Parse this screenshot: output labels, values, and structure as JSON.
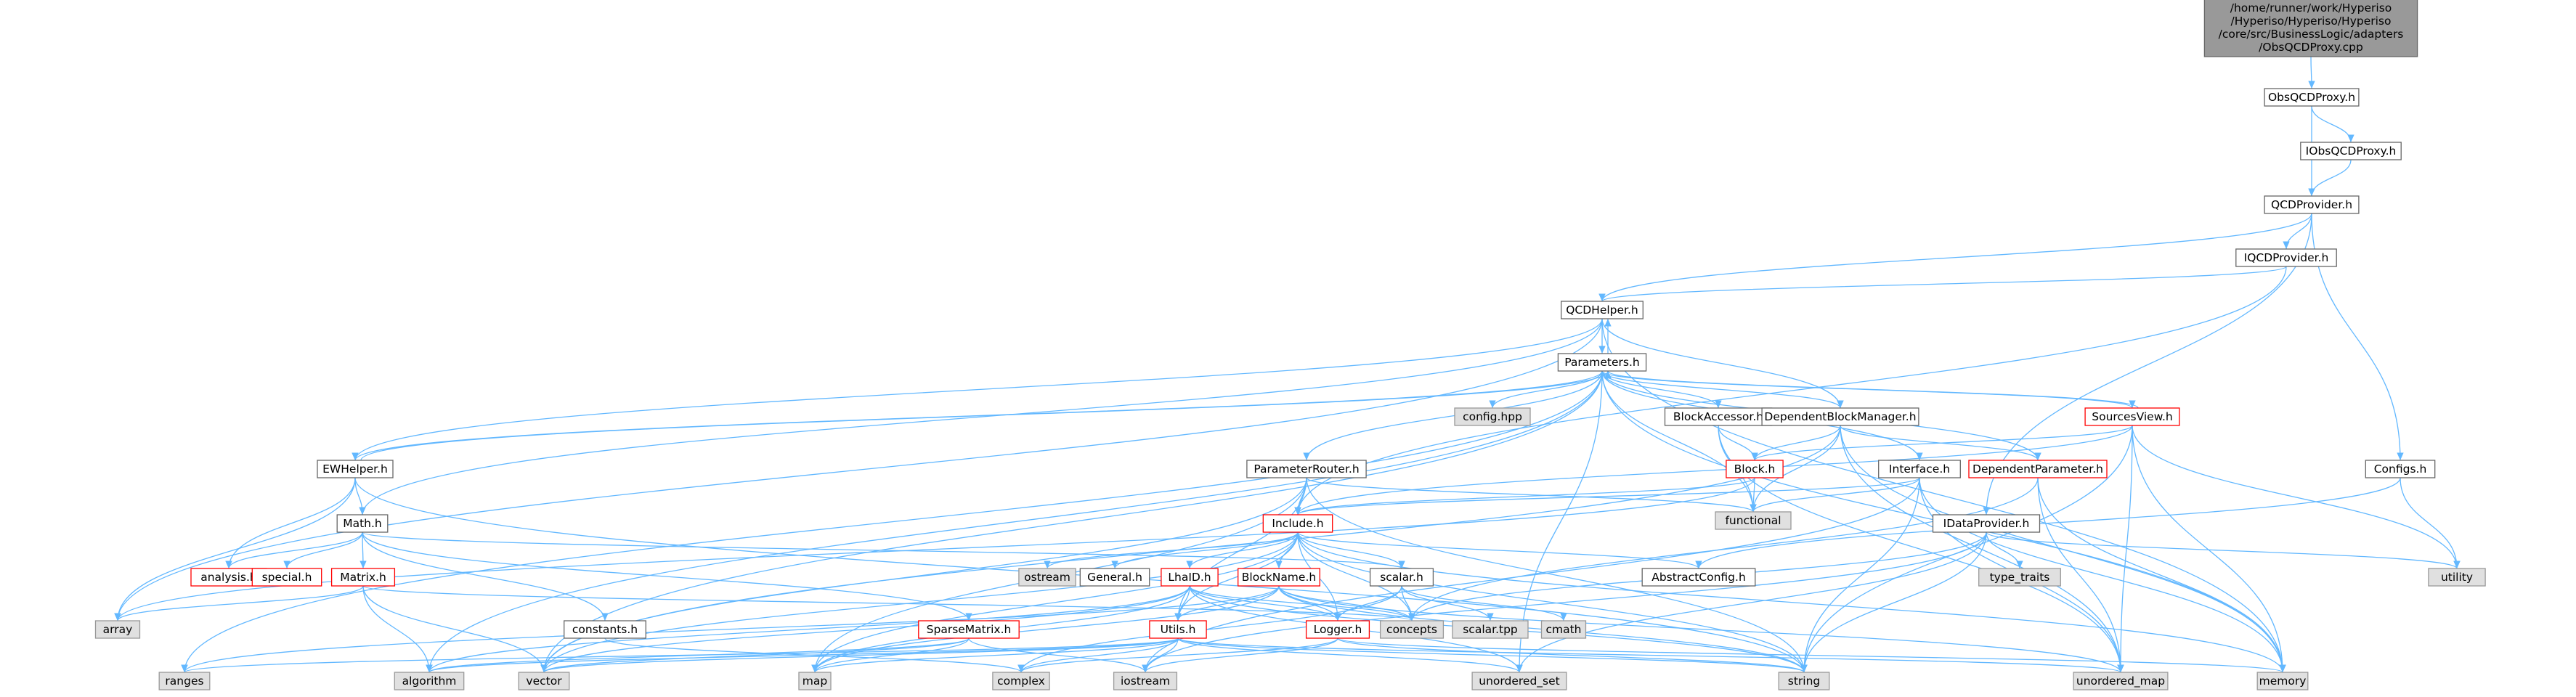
{
  "graph": {
    "colors": {
      "edge": "#63b8ff",
      "root_fill": "#999999",
      "internal_border": "#666666",
      "incomplete_border": "#ff0000",
      "external_fill": "#e0e0e0",
      "external_border": "#999999"
    },
    "node_kinds": {
      "root": "current file",
      "internal": "documented header",
      "red": "header with truncated include graph",
      "ext": "system / external header"
    },
    "nodes": [
      {
        "id": "root",
        "kind": "root",
        "lines": [
          "/home/runner/work/Hyperiso",
          "/Hyperiso/Hyperiso/Hyperiso",
          "/core/src/BusinessLogic/adapters",
          "/ObsQCDProxy.cpp"
        ]
      },
      {
        "id": "ObsQCDProxy_h",
        "kind": "internal",
        "lines": [
          "ObsQCDProxy.h"
        ]
      },
      {
        "id": "IObsQCDProxy_h",
        "kind": "internal",
        "lines": [
          "IObsQCDProxy.h"
        ]
      },
      {
        "id": "QCDProvider_h",
        "kind": "internal",
        "lines": [
          "QCDProvider.h"
        ]
      },
      {
        "id": "IQCDProvider_h",
        "kind": "internal",
        "lines": [
          "IQCDProvider.h"
        ]
      },
      {
        "id": "QCDHelper_h",
        "kind": "internal",
        "lines": [
          "QCDHelper.h"
        ]
      },
      {
        "id": "Parameters_h",
        "kind": "internal",
        "lines": [
          "Parameters.h"
        ]
      },
      {
        "id": "config_hpp",
        "kind": "ext",
        "lines": [
          "config.hpp"
        ]
      },
      {
        "id": "BlockAccessor_h",
        "kind": "internal",
        "lines": [
          "BlockAccessor.h"
        ]
      },
      {
        "id": "DependentBlockManager_h",
        "kind": "internal",
        "lines": [
          "DependentBlockManager.h"
        ]
      },
      {
        "id": "SourcesView_h",
        "kind": "red",
        "lines": [
          "SourcesView.h"
        ]
      },
      {
        "id": "EWHelper_h",
        "kind": "internal",
        "lines": [
          "EWHelper.h"
        ]
      },
      {
        "id": "ParameterRouter_h",
        "kind": "internal",
        "lines": [
          "ParameterRouter.h"
        ]
      },
      {
        "id": "Block_h",
        "kind": "red",
        "lines": [
          "Block.h"
        ]
      },
      {
        "id": "Interface_h",
        "kind": "internal",
        "lines": [
          "Interface.h"
        ]
      },
      {
        "id": "DependentParameter_h",
        "kind": "red",
        "lines": [
          "DependentParameter.h"
        ]
      },
      {
        "id": "Configs_h",
        "kind": "internal",
        "lines": [
          "Configs.h"
        ]
      },
      {
        "id": "functional",
        "kind": "ext",
        "lines": [
          "functional"
        ]
      },
      {
        "id": "Math_h",
        "kind": "internal",
        "lines": [
          "Math.h"
        ]
      },
      {
        "id": "Include_h",
        "kind": "red",
        "lines": [
          "Include.h"
        ]
      },
      {
        "id": "IDataProvider_h",
        "kind": "internal",
        "lines": [
          "IDataProvider.h"
        ]
      },
      {
        "id": "analysis_h",
        "kind": "red",
        "lines": [
          "analysis.h"
        ]
      },
      {
        "id": "special_h",
        "kind": "red",
        "lines": [
          "special.h"
        ]
      },
      {
        "id": "Matrix_h",
        "kind": "red",
        "lines": [
          "Matrix.h"
        ]
      },
      {
        "id": "ostream",
        "kind": "ext",
        "lines": [
          "ostream"
        ]
      },
      {
        "id": "General_h",
        "kind": "internal",
        "lines": [
          "General.h"
        ]
      },
      {
        "id": "LhaID_h",
        "kind": "red",
        "lines": [
          "LhaID.h"
        ]
      },
      {
        "id": "BlockName_h",
        "kind": "red",
        "lines": [
          "BlockName.h"
        ]
      },
      {
        "id": "scalar_h",
        "kind": "internal",
        "lines": [
          "scalar.h"
        ]
      },
      {
        "id": "AbstractConfig_h",
        "kind": "internal",
        "lines": [
          "AbstractConfig.h"
        ]
      },
      {
        "id": "type_traits",
        "kind": "ext",
        "lines": [
          "type_traits"
        ]
      },
      {
        "id": "utility",
        "kind": "ext",
        "lines": [
          "utility"
        ]
      },
      {
        "id": "array",
        "kind": "ext",
        "lines": [
          "array"
        ]
      },
      {
        "id": "constants_h",
        "kind": "internal",
        "lines": [
          "constants.h"
        ]
      },
      {
        "id": "SparseMatrix_h",
        "kind": "red",
        "lines": [
          "SparseMatrix.h"
        ]
      },
      {
        "id": "Utils_h",
        "kind": "red",
        "lines": [
          "Utils.h"
        ]
      },
      {
        "id": "Logger_h",
        "kind": "red",
        "lines": [
          "Logger.h"
        ]
      },
      {
        "id": "concepts",
        "kind": "ext",
        "lines": [
          "concepts"
        ]
      },
      {
        "id": "scalar_tpp",
        "kind": "ext",
        "lines": [
          "scalar.tpp"
        ]
      },
      {
        "id": "cmath",
        "kind": "ext",
        "lines": [
          "cmath"
        ]
      },
      {
        "id": "ranges",
        "kind": "ext",
        "lines": [
          "ranges"
        ]
      },
      {
        "id": "algorithm",
        "kind": "ext",
        "lines": [
          "algorithm"
        ]
      },
      {
        "id": "vector",
        "kind": "ext",
        "lines": [
          "vector"
        ]
      },
      {
        "id": "map",
        "kind": "ext",
        "lines": [
          "map"
        ]
      },
      {
        "id": "complex",
        "kind": "ext",
        "lines": [
          "complex"
        ]
      },
      {
        "id": "iostream",
        "kind": "ext",
        "lines": [
          "iostream"
        ]
      },
      {
        "id": "unordered_set",
        "kind": "ext",
        "lines": [
          "unordered_set"
        ]
      },
      {
        "id": "string",
        "kind": "ext",
        "lines": [
          "string"
        ]
      },
      {
        "id": "unordered_map",
        "kind": "ext",
        "lines": [
          "unordered_map"
        ]
      },
      {
        "id": "memory",
        "kind": "ext",
        "lines": [
          "memory"
        ]
      }
    ],
    "edges": [
      [
        "root",
        "ObsQCDProxy_h"
      ],
      [
        "ObsQCDProxy_h",
        "IObsQCDProxy_h"
      ],
      [
        "ObsQCDProxy_h",
        "QCDProvider_h"
      ],
      [
        "IObsQCDProxy_h",
        "QCDProvider_h"
      ],
      [
        "QCDProvider_h",
        "IQCDProvider_h"
      ],
      [
        "QCDProvider_h",
        "QCDHelper_h"
      ],
      [
        "QCDProvider_h",
        "Configs_h"
      ],
      [
        "QCDProvider_h",
        "IDataProvider_h"
      ],
      [
        "IQCDProvider_h",
        "QCDHelper_h"
      ],
      [
        "IQCDProvider_h",
        "Include_h"
      ],
      [
        "QCDHelper_h",
        "Parameters_h"
      ],
      [
        "QCDHelper_h",
        "EWHelper_h"
      ],
      [
        "QCDHelper_h",
        "Math_h"
      ],
      [
        "QCDHelper_h",
        "array"
      ],
      [
        "QCDHelper_h",
        "memory"
      ],
      [
        "QCDHelper_h",
        "DependentBlockManager_h"
      ],
      [
        "Parameters_h",
        "QCDHelper_h"
      ],
      [
        "Parameters_h",
        "config_hpp"
      ],
      [
        "Parameters_h",
        "BlockAccessor_h"
      ],
      [
        "Parameters_h",
        "DependentBlockManager_h"
      ],
      [
        "Parameters_h",
        "SourcesView_h"
      ],
      [
        "Parameters_h",
        "EWHelper_h"
      ],
      [
        "Parameters_h",
        "ParameterRouter_h"
      ],
      [
        "Parameters_h",
        "Interface_h"
      ],
      [
        "Parameters_h",
        "DependentParameter_h"
      ],
      [
        "Parameters_h",
        "functional"
      ],
      [
        "Parameters_h",
        "unordered_set"
      ],
      [
        "Parameters_h",
        "memory"
      ],
      [
        "Parameters_h",
        "ranges"
      ],
      [
        "Parameters_h",
        "algorithm"
      ],
      [
        "Parameters_h",
        "vector"
      ],
      [
        "BlockAccessor_h",
        "Block_h"
      ],
      [
        "BlockAccessor_h",
        "functional"
      ],
      [
        "BlockAccessor_h",
        "unordered_map"
      ],
      [
        "DependentBlockManager_h",
        "Block_h"
      ],
      [
        "DependentBlockManager_h",
        "DependentParameter_h"
      ],
      [
        "DependentBlockManager_h",
        "functional"
      ],
      [
        "DependentBlockManager_h",
        "unordered_map"
      ],
      [
        "DependentBlockManager_h",
        "memory"
      ],
      [
        "DependentBlockManager_h",
        "vector"
      ],
      [
        "SourcesView_h",
        "Parameters_h"
      ],
      [
        "SourcesView_h",
        "Block_h"
      ],
      [
        "SourcesView_h",
        "Include_h"
      ],
      [
        "SourcesView_h",
        "unordered_map"
      ],
      [
        "SourcesView_h",
        "memory"
      ],
      [
        "SourcesView_h",
        "string"
      ],
      [
        "SourcesView_h",
        "utility"
      ],
      [
        "EWHelper_h",
        "Parameters_h"
      ],
      [
        "EWHelper_h",
        "Math_h"
      ],
      [
        "EWHelper_h",
        "analysis_h"
      ],
      [
        "EWHelper_h",
        "array"
      ],
      [
        "EWHelper_h",
        "string"
      ],
      [
        "ParameterRouter_h",
        "Include_h"
      ],
      [
        "ParameterRouter_h",
        "functional"
      ],
      [
        "ParameterRouter_h",
        "map"
      ],
      [
        "ParameterRouter_h",
        "string"
      ],
      [
        "ParameterRouter_h",
        "vector"
      ],
      [
        "ParameterRouter_h",
        "Utils_h"
      ],
      [
        "Block_h",
        "Include_h"
      ],
      [
        "Block_h",
        "functional"
      ],
      [
        "Block_h",
        "array"
      ],
      [
        "Interface_h",
        "Include_h"
      ],
      [
        "Interface_h",
        "functional"
      ],
      [
        "Interface_h",
        "unordered_map"
      ],
      [
        "Interface_h",
        "memory"
      ],
      [
        "Interface_h",
        "string"
      ],
      [
        "Interface_h",
        "iostream"
      ],
      [
        "DependentParameter_h",
        "unordered_map"
      ],
      [
        "DependentParameter_h",
        "memory"
      ],
      [
        "DependentParameter_h",
        "concepts"
      ],
      [
        "Configs_h",
        "AbstractConfig_h"
      ],
      [
        "Configs_h",
        "utility"
      ],
      [
        "Math_h",
        "analysis_h"
      ],
      [
        "Math_h",
        "special_h"
      ],
      [
        "Math_h",
        "Matrix_h"
      ],
      [
        "Math_h",
        "constants_h"
      ],
      [
        "Math_h",
        "scalar_h"
      ],
      [
        "Math_h",
        "SparseMatrix_h"
      ],
      [
        "Matrix_h",
        "array"
      ],
      [
        "Matrix_h",
        "algorithm"
      ],
      [
        "Matrix_h",
        "vector"
      ],
      [
        "Matrix_h",
        "concepts"
      ],
      [
        "Include_h",
        "ostream"
      ],
      [
        "Include_h",
        "General_h"
      ],
      [
        "Include_h",
        "LhaID_h"
      ],
      [
        "Include_h",
        "BlockName_h"
      ],
      [
        "Include_h",
        "scalar_h"
      ],
      [
        "Include_h",
        "AbstractConfig_h"
      ],
      [
        "Include_h",
        "Logger_h"
      ],
      [
        "Include_h",
        "Utils_h"
      ],
      [
        "Include_h",
        "concepts"
      ],
      [
        "Include_h",
        "vector"
      ],
      [
        "Include_h",
        "map"
      ],
      [
        "Include_h",
        "string"
      ],
      [
        "Include_h",
        "memory"
      ],
      [
        "IDataProvider_h",
        "type_traits"
      ],
      [
        "IDataProvider_h",
        "utility"
      ],
      [
        "IDataProvider_h",
        "string"
      ],
      [
        "IDataProvider_h",
        "unordered_set"
      ],
      [
        "IDataProvider_h",
        "iostream"
      ],
      [
        "IDataProvider_h",
        "concepts"
      ],
      [
        "LhaID_h",
        "Utils_h"
      ],
      [
        "LhaID_h",
        "Logger_h"
      ],
      [
        "LhaID_h",
        "map"
      ],
      [
        "LhaID_h",
        "vector"
      ],
      [
        "LhaID_h",
        "unordered_set"
      ],
      [
        "LhaID_h",
        "string"
      ],
      [
        "LhaID_h",
        "concepts"
      ],
      [
        "LhaID_h",
        "algorithm"
      ],
      [
        "BlockName_h",
        "Utils_h"
      ],
      [
        "BlockName_h",
        "Logger_h"
      ],
      [
        "BlockName_h",
        "map"
      ],
      [
        "BlockName_h",
        "string"
      ],
      [
        "BlockName_h",
        "unordered_map"
      ],
      [
        "BlockName_h",
        "concepts"
      ],
      [
        "BlockName_h",
        "ranges"
      ],
      [
        "scalar_h",
        "Logger_h"
      ],
      [
        "scalar_h",
        "scalar_tpp"
      ],
      [
        "scalar_h",
        "cmath"
      ],
      [
        "scalar_h",
        "concepts"
      ],
      [
        "scalar_h",
        "complex"
      ],
      [
        "constants_h",
        "complex"
      ],
      [
        "SparseMatrix_h",
        "map"
      ],
      [
        "SparseMatrix_h",
        "vector"
      ],
      [
        "SparseMatrix_h",
        "iostream"
      ],
      [
        "SparseMatrix_h",
        "algorithm"
      ],
      [
        "Utils_h",
        "ranges"
      ],
      [
        "Utils_h",
        "algorithm"
      ],
      [
        "Utils_h",
        "vector"
      ],
      [
        "Utils_h",
        "map"
      ],
      [
        "Utils_h",
        "complex"
      ],
      [
        "Utils_h",
        "iostream"
      ],
      [
        "Utils_h",
        "unordered_set"
      ],
      [
        "Utils_h",
        "string"
      ],
      [
        "Utils_h",
        "unordered_map"
      ],
      [
        "Logger_h",
        "iostream"
      ],
      [
        "Logger_h",
        "string"
      ],
      [
        "Logger_h",
        "memory"
      ],
      [
        "Logger_h",
        "complex"
      ]
    ]
  }
}
